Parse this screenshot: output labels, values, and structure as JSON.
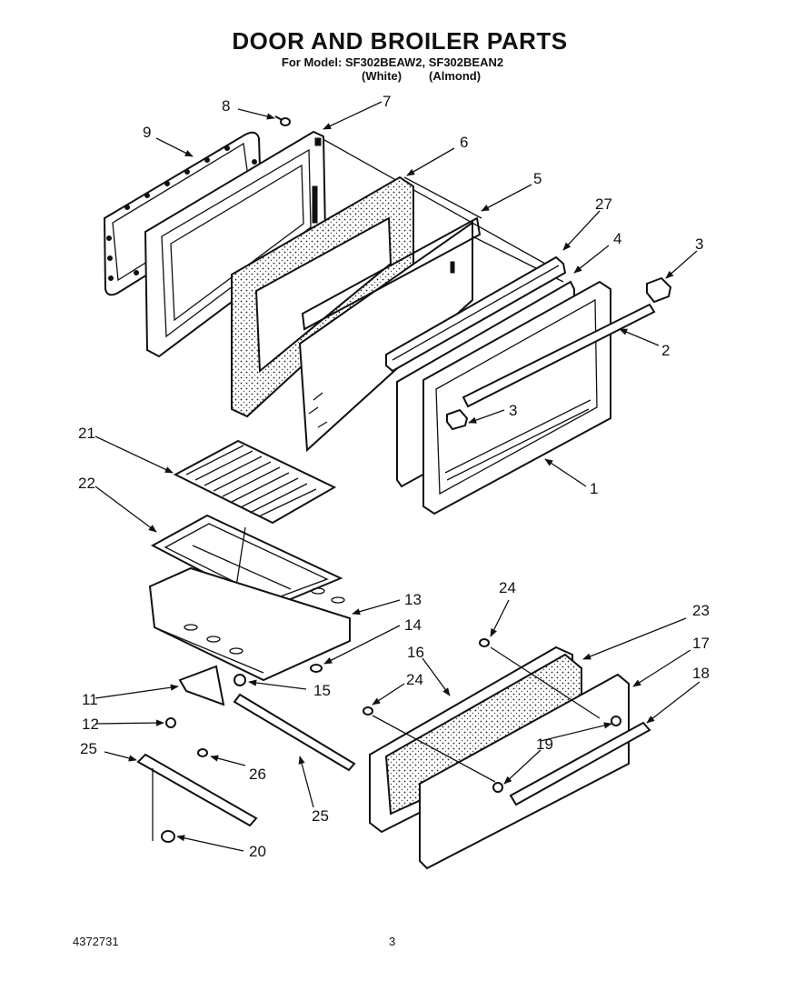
{
  "header": {
    "title": "DOOR AND BROILER PARTS",
    "model_line": "For Model: SF302BEAW2, SF302BEAN2",
    "color_white": "(White)",
    "color_almond": "(Almond)"
  },
  "callouts": {
    "p1": "1",
    "p2": "2",
    "p3a": "3",
    "p3b": "3",
    "p4": "4",
    "p5": "5",
    "p6": "6",
    "p7": "7",
    "p8": "8",
    "p9": "9",
    "p11": "11",
    "p12": "12",
    "p13": "13",
    "p14": "14",
    "p15": "15",
    "p16": "16",
    "p17": "17",
    "p18": "18",
    "p19": "19",
    "p20": "20",
    "p21": "21",
    "p22": "22",
    "p23": "23",
    "p24a": "24",
    "p24b": "24",
    "p25a": "25",
    "p25b": "25",
    "p26": "26",
    "p27": "27"
  },
  "footer": {
    "part_number": "4372731",
    "page_number": "3"
  }
}
